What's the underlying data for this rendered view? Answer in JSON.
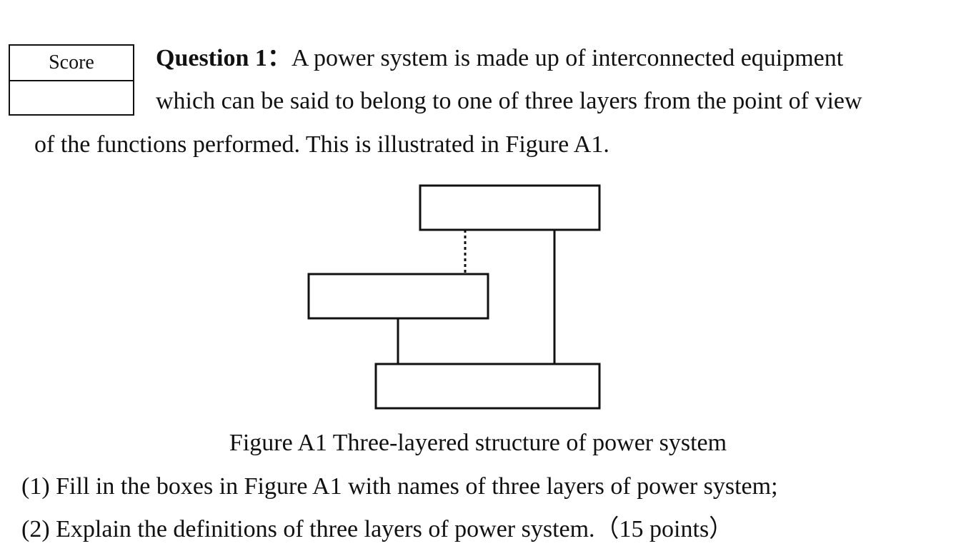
{
  "score_box": {
    "label": "Score",
    "value": ""
  },
  "question": {
    "label": "Question 1",
    "separator": "：",
    "line1": "A power system is made up of interconnected equipment",
    "line2": "which can be said to belong to one of three layers from the point of view",
    "line3": "of the functions performed. This is illustrated in Figure A1."
  },
  "figure": {
    "caption": "Figure A1 Three-layered structure of power system",
    "boxes": [
      "",
      "",
      ""
    ]
  },
  "sub_questions": [
    "(1) Fill in the boxes in Figure A1 with names of three layers of power system;",
    "(2) Explain the definitions of three layers of power system.（15 points）"
  ]
}
